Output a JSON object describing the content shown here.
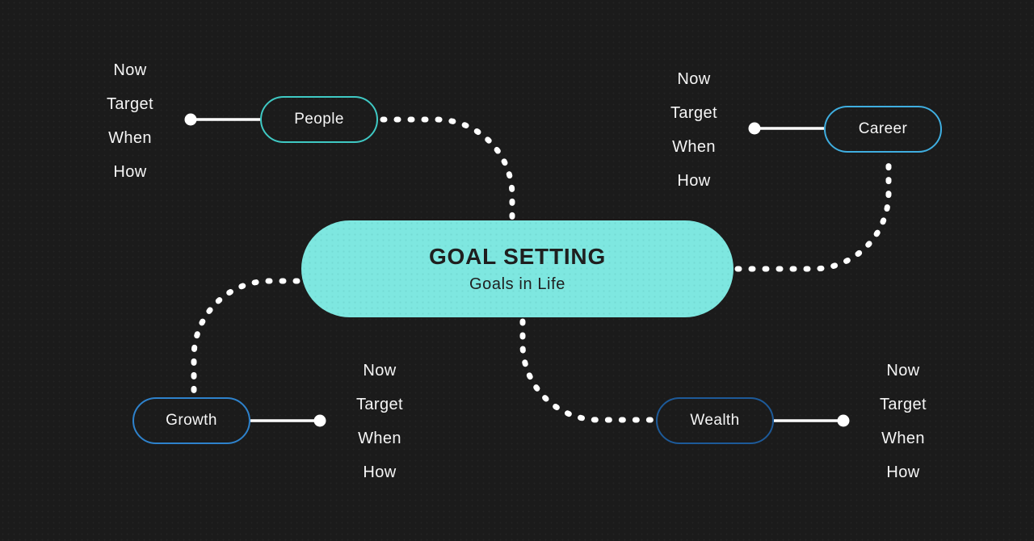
{
  "central": {
    "heading": "GOAL SETTING",
    "subheading": "Goals in Life",
    "fill_color": "#7ee7e0",
    "text_color": "#1f1f1f"
  },
  "branches": [
    {
      "id": "people",
      "label": "People",
      "border_color": "#3fc9c4",
      "items": [
        "Now",
        "Target",
        "When",
        "How"
      ]
    },
    {
      "id": "career",
      "label": "Career",
      "border_color": "#3faee0",
      "items": [
        "Now",
        "Target",
        "When",
        "How"
      ]
    },
    {
      "id": "growth",
      "label": "Growth",
      "border_color": "#2e82cc",
      "items": [
        "Now",
        "Target",
        "When",
        "How"
      ]
    },
    {
      "id": "wealth",
      "label": "Wealth",
      "border_color": "#1d5a99",
      "items": [
        "Now",
        "Target",
        "When",
        "How"
      ]
    }
  ],
  "colors": {
    "background": "#1b1b1b",
    "connector": "#ffffff",
    "label_text": "#f5f5f5"
  }
}
